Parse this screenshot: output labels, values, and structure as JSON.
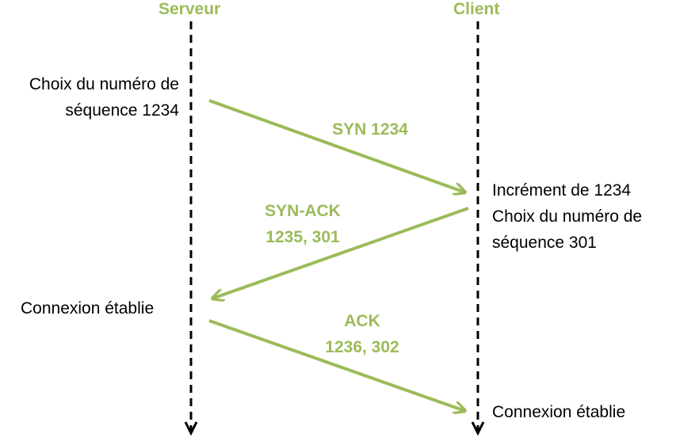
{
  "colors": {
    "accent": "#9bbb59",
    "text": "#000000",
    "lifeline": "#000000"
  },
  "lanes": {
    "server": "Serveur",
    "client": "Client"
  },
  "notes": {
    "server_start": [
      "Choix du numéro de",
      "séquence 1234"
    ],
    "client_mid": [
      "Incrément de 1234",
      "Choix du numéro de",
      "séquence 301"
    ],
    "server_established": "Connexion établie",
    "client_established": "Connexion établie"
  },
  "messages": [
    {
      "from": "server",
      "to": "client",
      "lines": [
        "SYN 1234"
      ]
    },
    {
      "from": "client",
      "to": "server",
      "lines": [
        "SYN-ACK",
        "1235, 301"
      ]
    },
    {
      "from": "server",
      "to": "client",
      "lines": [
        "ACK",
        "1236, 302"
      ]
    }
  ]
}
